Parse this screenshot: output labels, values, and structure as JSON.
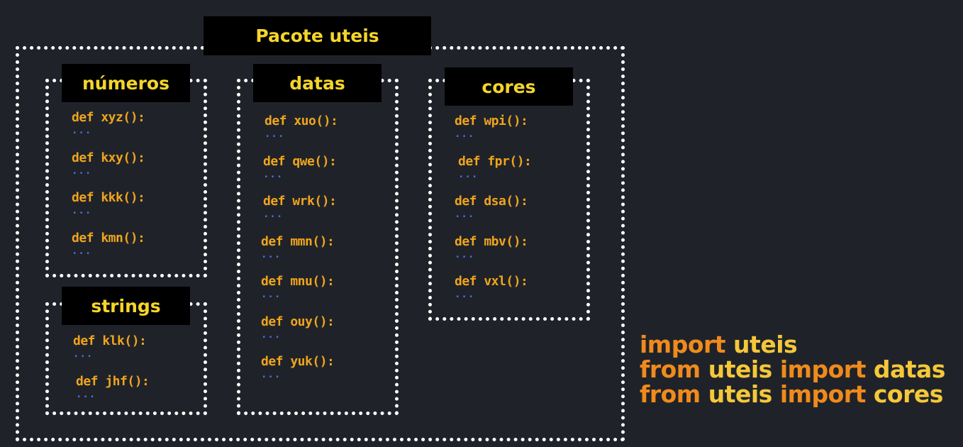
{
  "package": {
    "title": "Pacote uteis"
  },
  "modules": {
    "numeros": {
      "title": "números",
      "functions": [
        "def xyz():",
        "def kxy():",
        "def kkk():",
        "def kmn():"
      ],
      "ellipsis": "..."
    },
    "strings": {
      "title": "strings",
      "functions": [
        "def klk():",
        "def jhf():"
      ],
      "ellipsis": "..."
    },
    "datas": {
      "title": "datas",
      "functions": [
        "def xuo():",
        "def qwe():",
        "def wrk():",
        "def mmn():",
        "def mnu():",
        "def ouy():",
        "def yuk():"
      ],
      "ellipsis": "..."
    },
    "cores": {
      "title": "cores",
      "functions": [
        "def wpi():",
        "def fpr():",
        "def dsa():",
        "def mbv():",
        "def vxl():"
      ],
      "ellipsis": "..."
    }
  },
  "imports": [
    {
      "keyword": "import",
      "name": "uteis"
    },
    {
      "keyword": "from",
      "name": "uteis",
      "keyword2": "import",
      "name2": "datas"
    },
    {
      "keyword": "from",
      "name": "uteis",
      "keyword2": "import",
      "name2": "cores"
    }
  ],
  "colors": {
    "background": "#1f2329",
    "title_text": "#f5d52a",
    "function_text": "#f0a41d",
    "ellipsis": "#4d6fe0",
    "import_keyword": "#f08a1c",
    "import_name": "#f5c73a",
    "border": "#ffffff"
  }
}
